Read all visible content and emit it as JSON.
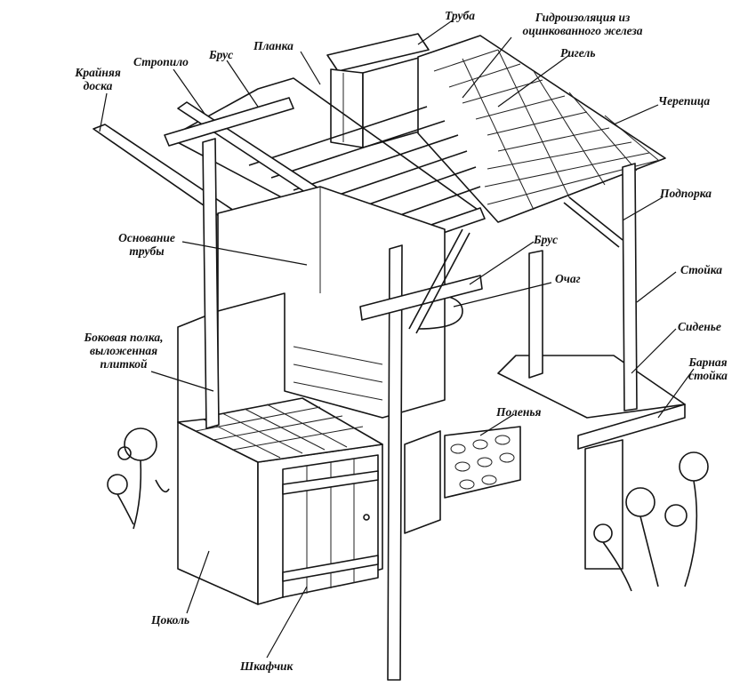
{
  "labels": {
    "truba": "Труба",
    "gidro_1": "Гидроизоляция из",
    "gidro_2": "оцинкованного железа",
    "krainyaya_1": "Крайняя",
    "krainyaya_2": "доска",
    "stropilo": "Стропило",
    "brus_top": "Брус",
    "planka": "Планка",
    "rigel": "Ригель",
    "cherepitsa": "Черепица",
    "podporka": "Подпорка",
    "osnovanie_1": "Основание",
    "osnovanie_2": "трубы",
    "brus_mid": "Брус",
    "ochag": "Очаг",
    "stoika": "Стойка",
    "bokovaya_1": "Боковая полка,",
    "bokovaya_2": "выложенная",
    "bokovaya_3": "плиткой",
    "sidenie": "Сиденье",
    "barnaya_1": "Барная",
    "barnaya_2": "стойка",
    "polenya": "Поленья",
    "tsokol": "Цоколь",
    "shkafchik": "Шкафчик"
  },
  "colors": {
    "ink": "#151515",
    "background": "#ffffff"
  }
}
